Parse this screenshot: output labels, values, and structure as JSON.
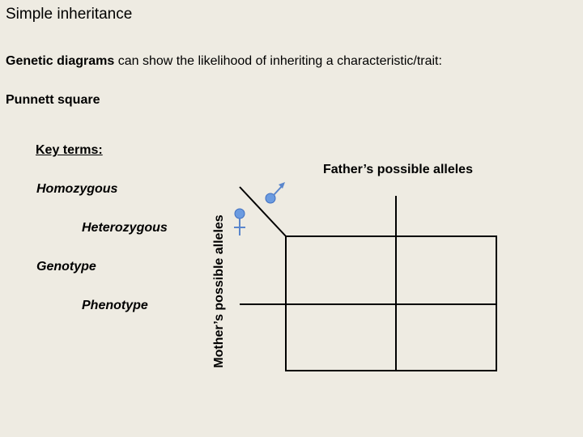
{
  "title": "Simple inheritance",
  "intro": {
    "bold_part": "Genetic diagrams",
    "rest": " can show the likelihood of inheriting a characteristic/trait:"
  },
  "punnett_label": "Punnett square",
  "key_terms": {
    "heading": "Key terms:",
    "terms": [
      "Homozygous",
      "Heterozygous",
      "Genotype",
      "Phenotype"
    ]
  },
  "punnett": {
    "father_label": "Father’s possible alleles",
    "mother_label": "Mother’s possible alleles",
    "male_symbol": "male-symbol-icon",
    "female_symbol": "female-symbol-icon",
    "symbol_color": "#6b9be0"
  },
  "colors": {
    "background": "#eeebe2"
  }
}
